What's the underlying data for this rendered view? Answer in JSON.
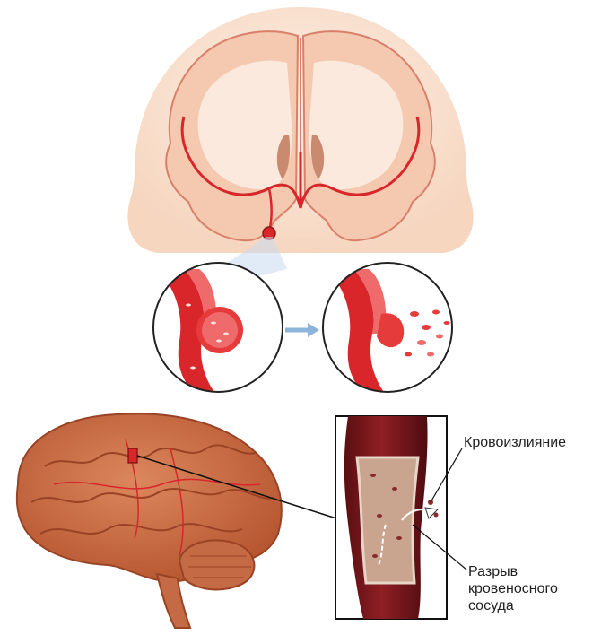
{
  "labels": {
    "hemorrhage": "Кровоизлияние",
    "rupture": [
      "Разрыв",
      "кровеносного",
      "сосуда"
    ]
  },
  "colors": {
    "head_skin": "#fbe6d6",
    "brain_tissue": "#f4c9b0",
    "brain_white_matter": "#fbe9de",
    "artery_red": "#d8262a",
    "blood_light": "#ef6b6b",
    "brain_lateral": "#c9673f",
    "vessel_dark": "#6e1418",
    "arrow_blue": "#8fb4d9",
    "frame_black": "#111111"
  },
  "icons": [
    "arrow-right-icon"
  ]
}
